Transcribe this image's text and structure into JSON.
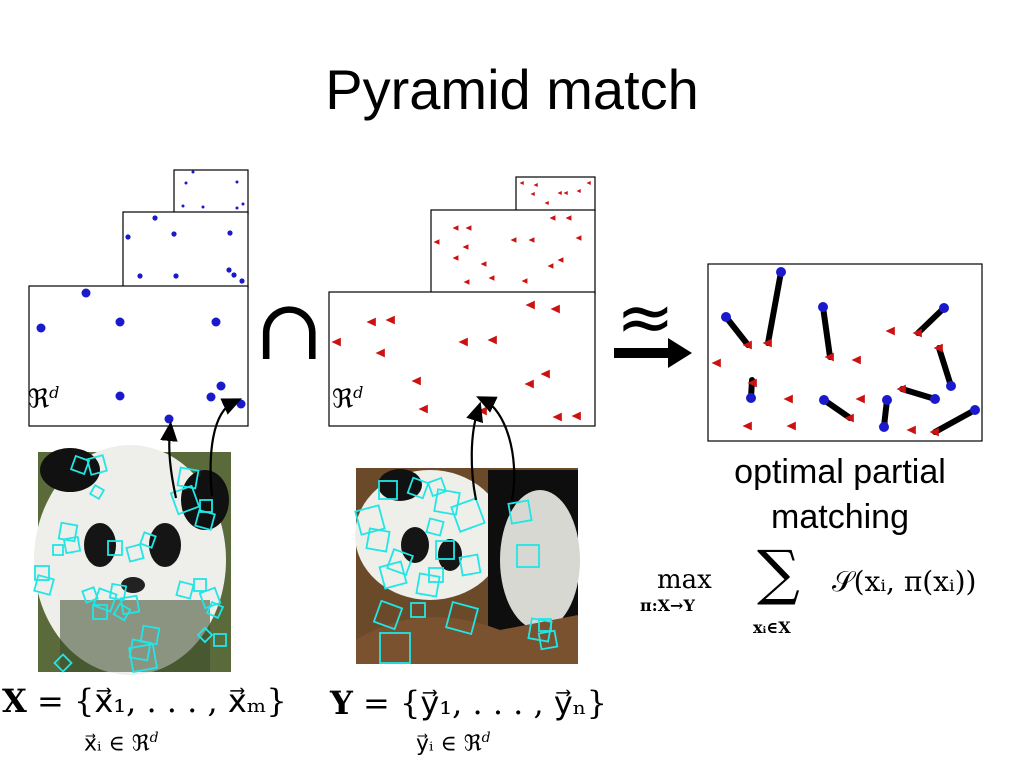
{
  "title": "Pyramid match",
  "space_label": "ℜ",
  "space_dim": "d",
  "intersection_symbol": "∩",
  "approx_symbol": "≈",
  "caption_line1": "optimal partial",
  "caption_line2": "matching",
  "objective": {
    "max": "max",
    "max_sub": "π:X→Y",
    "sum": "∑",
    "sum_sub": "xᵢ∈X",
    "body": "𝒮(xᵢ, π(xᵢ))"
  },
  "set_x": {
    "lhs": "X",
    "rhs": "= {x⃗₁, . . . , x⃗ₘ}",
    "member": "x⃗ᵢ ∈ ℜ"
  },
  "set_y": {
    "lhs": "Y",
    "rhs": "= {y⃗₁, . . . , y⃗ₙ}",
    "member": "y⃗ᵢ ∈ ℜ"
  },
  "colors": {
    "points_x": "#1a1acc",
    "points_y": "#cc1111",
    "patch": "#22e5e5",
    "line": "#000000"
  },
  "photos": {
    "x": "panda-photo-left",
    "y": "panda-photo-right"
  }
}
